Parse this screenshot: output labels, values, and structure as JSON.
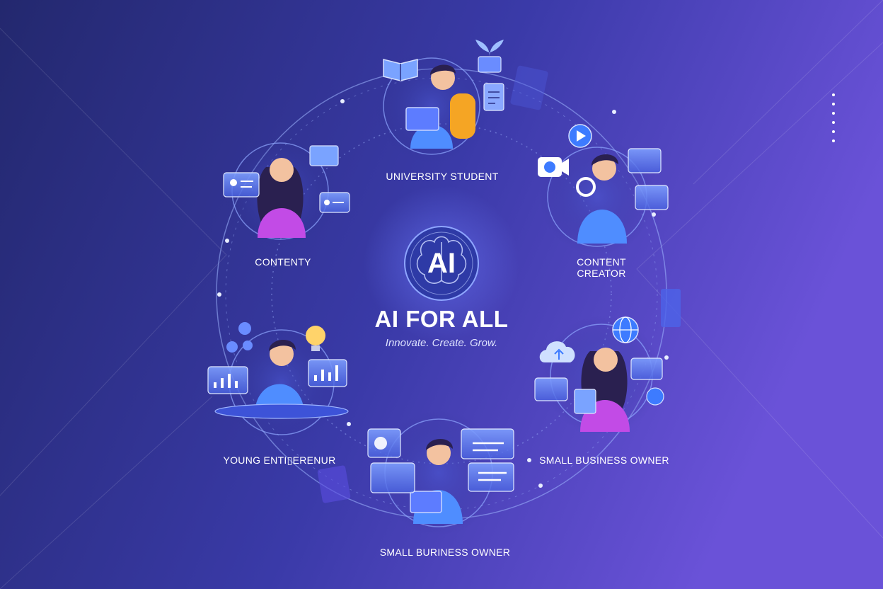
{
  "hub": {
    "badge": "AI",
    "title": "AI FOR ALL",
    "tagline": "Innovate. Create. Grow."
  },
  "personas": [
    {
      "key": "university-student",
      "label": "UNIVERSITY STUDENT"
    },
    {
      "key": "contenty",
      "label": "CONTENTY"
    },
    {
      "key": "content-creator",
      "label_line1": "CONTENT",
      "label_line2": "CREATOR"
    },
    {
      "key": "young-entrepreneur",
      "label": "YOUNG ENTI▯ERENUR"
    },
    {
      "key": "small-business-owner-right",
      "label": "SMALL BUSINESS OWNER"
    },
    {
      "key": "small-business-owner-bottom",
      "label": "SMALL BURINESS OWNER"
    }
  ],
  "colors": {
    "bg_left": "#23286e",
    "bg_right": "#6a52d8",
    "ring": "#9fb6ff",
    "accent_blue": "#3d7bff",
    "accent_magenta": "#b23fe0",
    "accent_orange": "#f5a524",
    "skin": "#f3c2a0",
    "hair": "#2a2050"
  },
  "icons": [
    "brain-icon",
    "book-icon",
    "plant-icon",
    "document-icon",
    "play-icon",
    "camera-icon",
    "magnifier-icon",
    "globe-icon",
    "cloud-upload-icon",
    "chart-icon",
    "lightbulb-icon",
    "idea-gear-icon",
    "image-icon",
    "id-card-icon"
  ]
}
